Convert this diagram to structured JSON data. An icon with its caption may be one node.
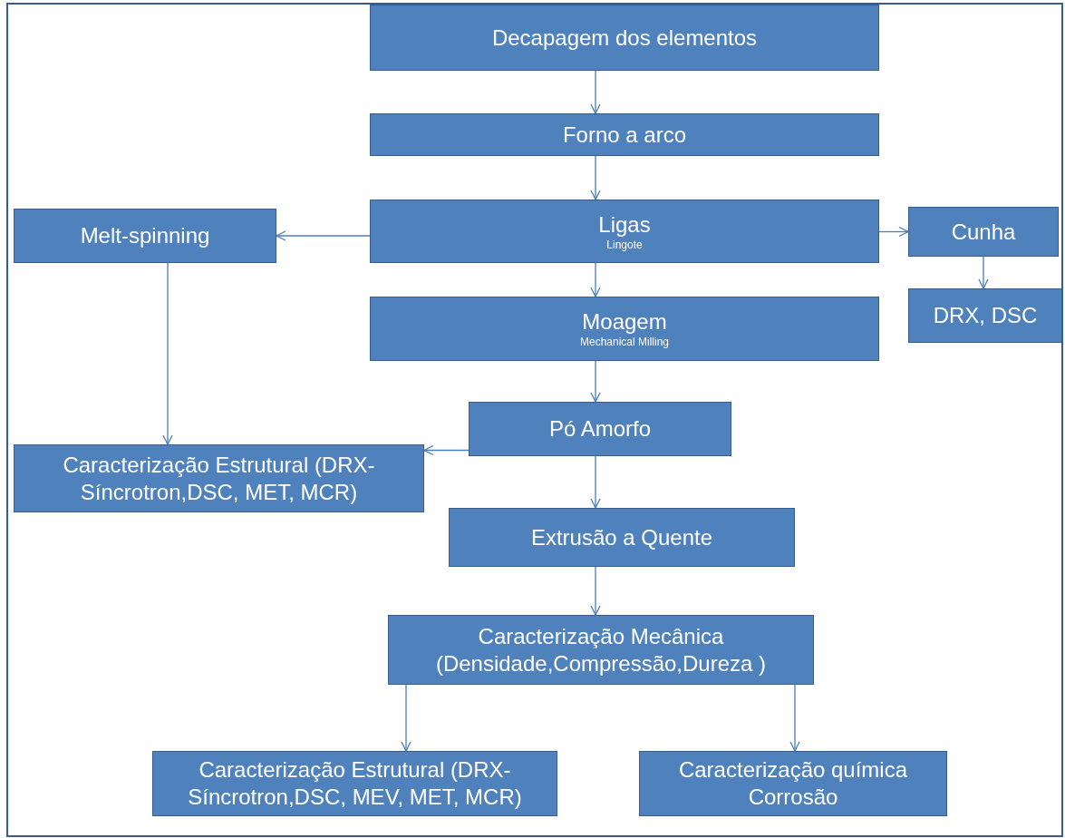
{
  "diagram": {
    "nodes": [
      {
        "text": [
          "Decapagem dos elementos"
        ]
      },
      {
        "text": [
          "Forno a arco"
        ]
      },
      {
        "text": [
          "Ligas",
          "Lingote"
        ]
      },
      {
        "text": [
          "Melt-spinning"
        ]
      },
      {
        "text": [
          "Cunha"
        ]
      },
      {
        "text": [
          "DRX, DSC"
        ]
      },
      {
        "text": [
          "Moagem",
          "Mechanical Milling"
        ]
      },
      {
        "text": [
          "Pó Amorfo"
        ]
      },
      {
        "text": [
          "Caracterização Estrutural (DRX-Síncrotron,DSC, MET, MCR)"
        ]
      },
      {
        "text": [
          "Extrusão a Quente"
        ]
      },
      {
        "text": [
          "Caracterização Mecânica (Densidade,Compressão,Dureza )"
        ]
      },
      {
        "text": [
          "Caracterização Estrutural (DRX-Síncrotron,DSC, MEV, MET, MCR)"
        ]
      },
      {
        "text": [
          "Caracterização química Corrosão"
        ]
      }
    ],
    "edges": [
      {
        "from": 0,
        "to": 1,
        "arrow": "to"
      },
      {
        "from": 1,
        "to": 2,
        "arrow": "to"
      },
      {
        "from": 2,
        "to": 3,
        "arrow": "to"
      },
      {
        "from": 2,
        "to": 4,
        "arrow": "to"
      },
      {
        "from": 4,
        "to": 5,
        "arrow": "to"
      },
      {
        "from": 2,
        "to": 6,
        "arrow": "to"
      },
      {
        "from": 6,
        "to": 7,
        "arrow": "to"
      },
      {
        "from": 7,
        "to": 8,
        "arrow": "to"
      },
      {
        "from": 3,
        "to": 8,
        "arrow": "to"
      },
      {
        "from": 7,
        "to": 9,
        "arrow": "to"
      },
      {
        "from": 9,
        "to": 10,
        "arrow": "to"
      },
      {
        "from": 10,
        "to": 11,
        "arrow": "to"
      },
      {
        "from": 10,
        "to": 12,
        "arrow": "to"
      }
    ]
  }
}
